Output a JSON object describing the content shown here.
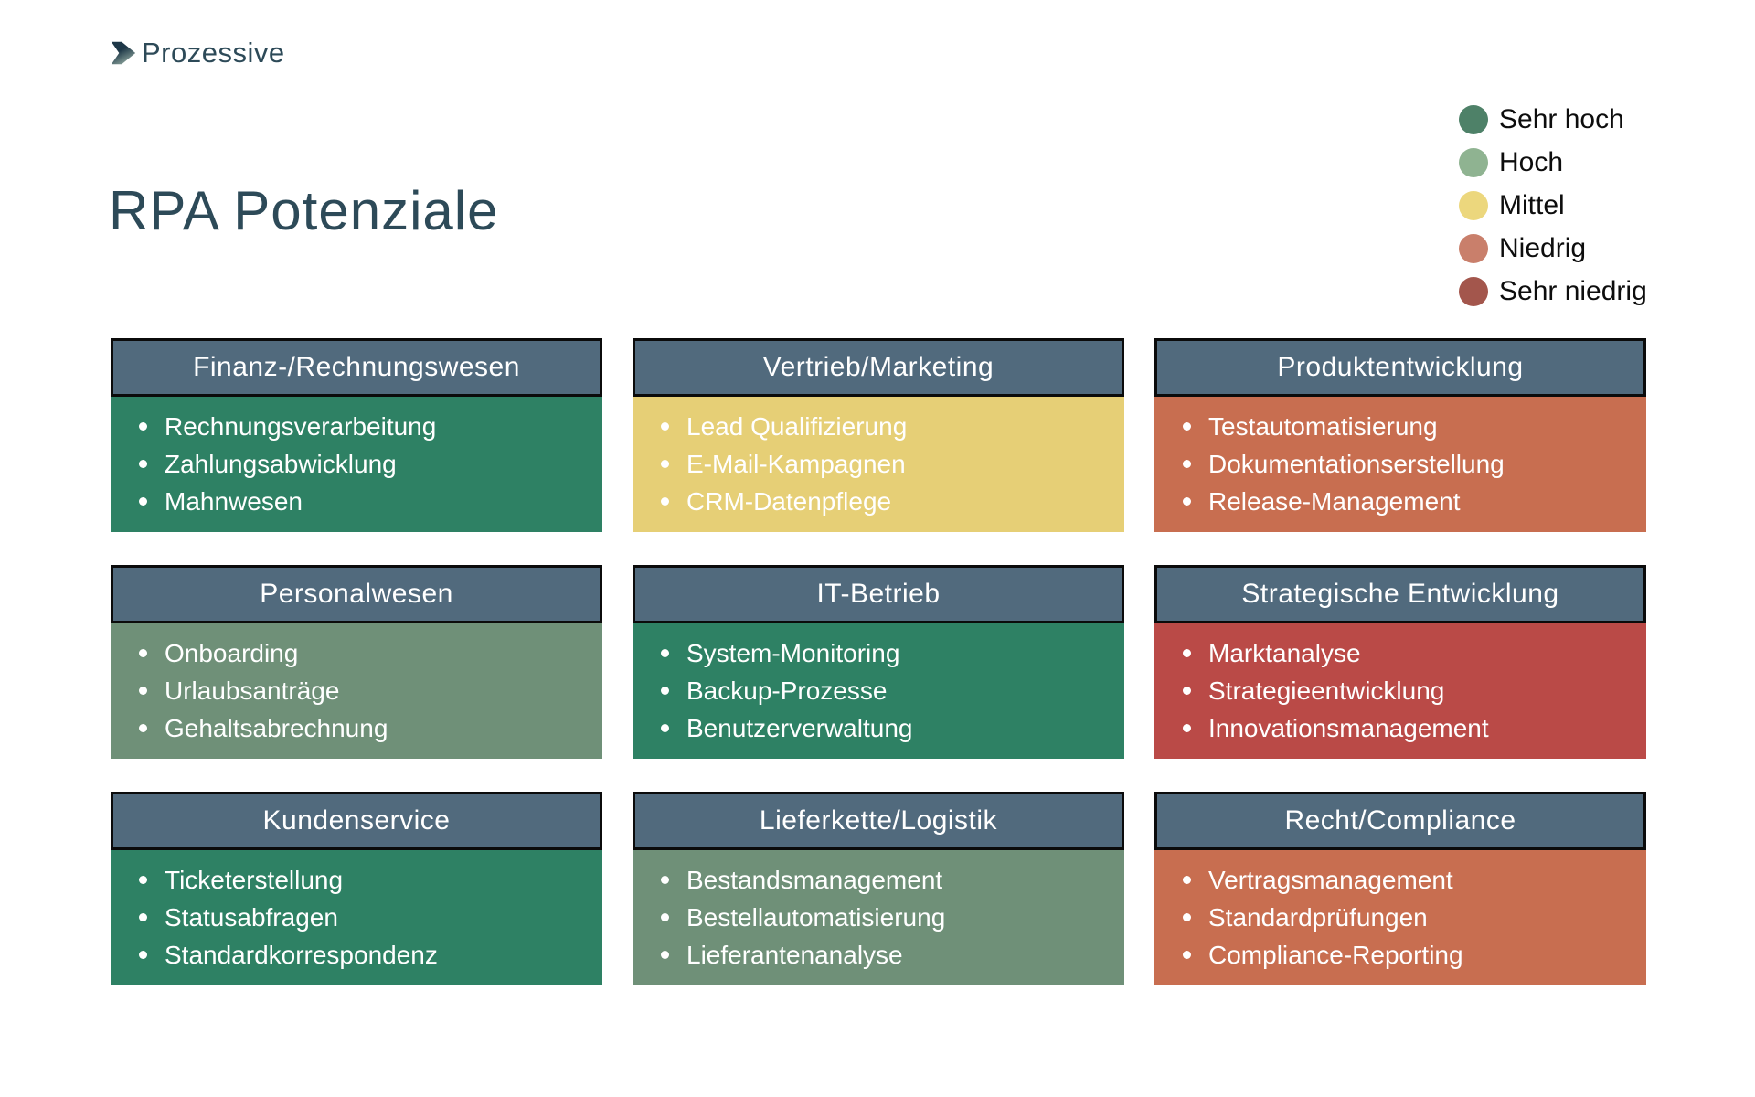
{
  "logo": {
    "text": "Prozessive"
  },
  "title": "RPA Potenziale",
  "legend": {
    "items": [
      {
        "label": "Sehr hoch",
        "color": "#4e8168"
      },
      {
        "label": "Hoch",
        "color": "#8fb391"
      },
      {
        "label": "Mittel",
        "color": "#ecd77d"
      },
      {
        "label": "Niedrig",
        "color": "#c97f6b"
      },
      {
        "label": "Sehr niedrig",
        "color": "#a3564c"
      }
    ]
  },
  "colors": {
    "header_bg": "#516a7d",
    "header_border": "#0b0b0b",
    "body_text": "#ffffff",
    "title_text": "#2d4a58"
  },
  "cards": [
    {
      "title": "Finanz-/Rechnungswesen",
      "level": "Sehr hoch",
      "body_color": "#2e8164",
      "items": [
        "Rechnungsverarbeitung",
        "Zahlungsabwicklung",
        "Mahnwesen"
      ]
    },
    {
      "title": "Vertrieb/Marketing",
      "level": "Mittel",
      "body_color": "#e6cf76",
      "items": [
        "Lead Qualifizierung",
        "E-Mail-Kampagnen",
        "CRM-Datenpflege"
      ]
    },
    {
      "title": "Produktentwicklung",
      "level": "Niedrig",
      "body_color": "#c86e50",
      "items": [
        "Testautomatisierung",
        "Dokumentationserstellung",
        "Release-Management"
      ]
    },
    {
      "title": "Personalwesen",
      "level": "Hoch",
      "body_color": "#6f9078",
      "items": [
        "Onboarding",
        "Urlaubsanträge",
        "Gehaltsabrechnung"
      ]
    },
    {
      "title": "IT-Betrieb",
      "level": "Sehr hoch",
      "body_color": "#2e8164",
      "items": [
        "System-Monitoring",
        "Backup-Prozesse",
        "Benutzerverwaltung"
      ]
    },
    {
      "title": "Strategische Entwicklung",
      "level": "Sehr niedrig",
      "body_color": "#ba4a47",
      "items": [
        "Marktanalyse",
        "Strategieentwicklung",
        "Innovationsmanagement"
      ]
    },
    {
      "title": "Kundenservice",
      "level": "Sehr hoch",
      "body_color": "#2e8164",
      "items": [
        "Ticketerstellung",
        "Statusabfragen",
        "Standardkorrespondenz"
      ]
    },
    {
      "title": "Lieferkette/Logistik",
      "level": "Hoch",
      "body_color": "#6f9078",
      "items": [
        "Bestandsmanagement",
        "Bestellautomatisierung",
        "Lieferantenanalyse"
      ]
    },
    {
      "title": "Recht/Compliance",
      "level": "Niedrig",
      "body_color": "#c86e50",
      "items": [
        "Vertragsmanagement",
        "Standardprüfungen",
        "Compliance-Reporting"
      ]
    }
  ]
}
